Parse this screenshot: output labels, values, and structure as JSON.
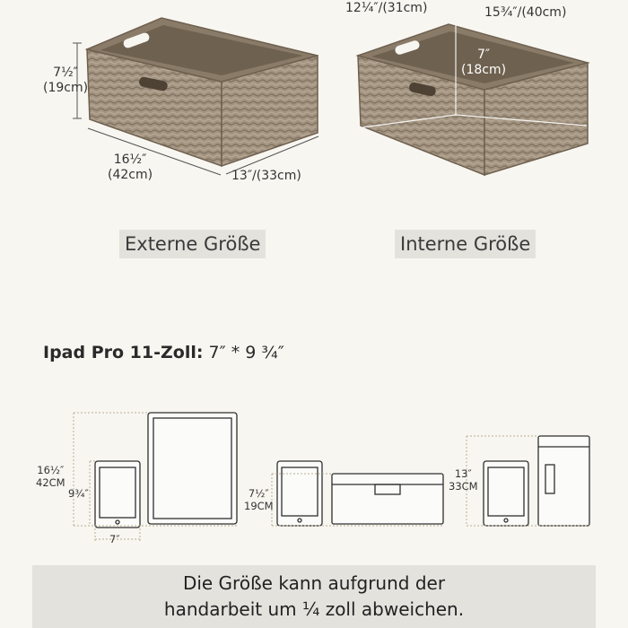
{
  "baskets": {
    "external": {
      "height": [
        "7½″",
        "(19cm)"
      ],
      "length": [
        "16½″",
        "(42cm)"
      ],
      "width": "13″/(33cm)",
      "label": "Externe Größe"
    },
    "internal": {
      "length": "12¼″/(31cm)",
      "width": "15¾″/(40cm)",
      "height": [
        "7″",
        "(18cm)"
      ],
      "label": "Interne Größe"
    }
  },
  "ipad": {
    "title_bold": "Ipad Pro 11-Zoll:",
    "title_dims": " 7″ * 9 ¾″",
    "width": "7″",
    "height": "9¾″"
  },
  "comparisons": {
    "length": [
      "16½″",
      "42CM"
    ],
    "height": [
      "7½″",
      "19CM"
    ],
    "width": [
      "13″",
      "33CM"
    ]
  },
  "footer": {
    "line1": "Die Größe kann aufgrund der",
    "line2": "handarbeit um ¼ zoll abweichen."
  },
  "colors": {
    "background": "#f8f6f1",
    "basket": "#9c8c79",
    "label_bg": "#e4e2dd",
    "outline": "#2f2f2f"
  }
}
